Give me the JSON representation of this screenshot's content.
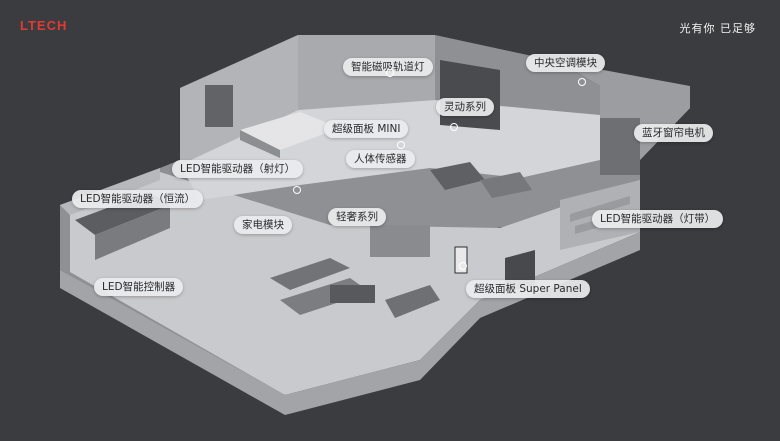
{
  "brand": {
    "logo_text": "LTECH",
    "slogan": "光有你 已足够"
  },
  "labels": [
    {
      "id": "track-light",
      "text": "智能磁吸轨道灯"
    },
    {
      "id": "central-ac",
      "text": "中央空调模块"
    },
    {
      "id": "lingdong",
      "text": "灵动系列"
    },
    {
      "id": "super-panel-mini",
      "text": "超级面板 MINI"
    },
    {
      "id": "curtain-motor",
      "text": "蓝牙窗帘电机"
    },
    {
      "id": "human-sensor",
      "text": "人体传感器"
    },
    {
      "id": "led-driver-spot",
      "text": "LED智能驱动器（射灯）"
    },
    {
      "id": "led-driver-cv",
      "text": "LED智能驱动器（恒流）"
    },
    {
      "id": "appliance-module",
      "text": "家电模块"
    },
    {
      "id": "qingshe",
      "text": "轻奢系列"
    },
    {
      "id": "led-driver-strip",
      "text": "LED智能驱动器（灯带）"
    },
    {
      "id": "led-controller",
      "text": "LED智能控制器"
    },
    {
      "id": "super-panel",
      "text": "超级面板 Super Panel"
    }
  ],
  "colors": {
    "brand_red": "#e03b32",
    "background": "#3b3c40"
  }
}
